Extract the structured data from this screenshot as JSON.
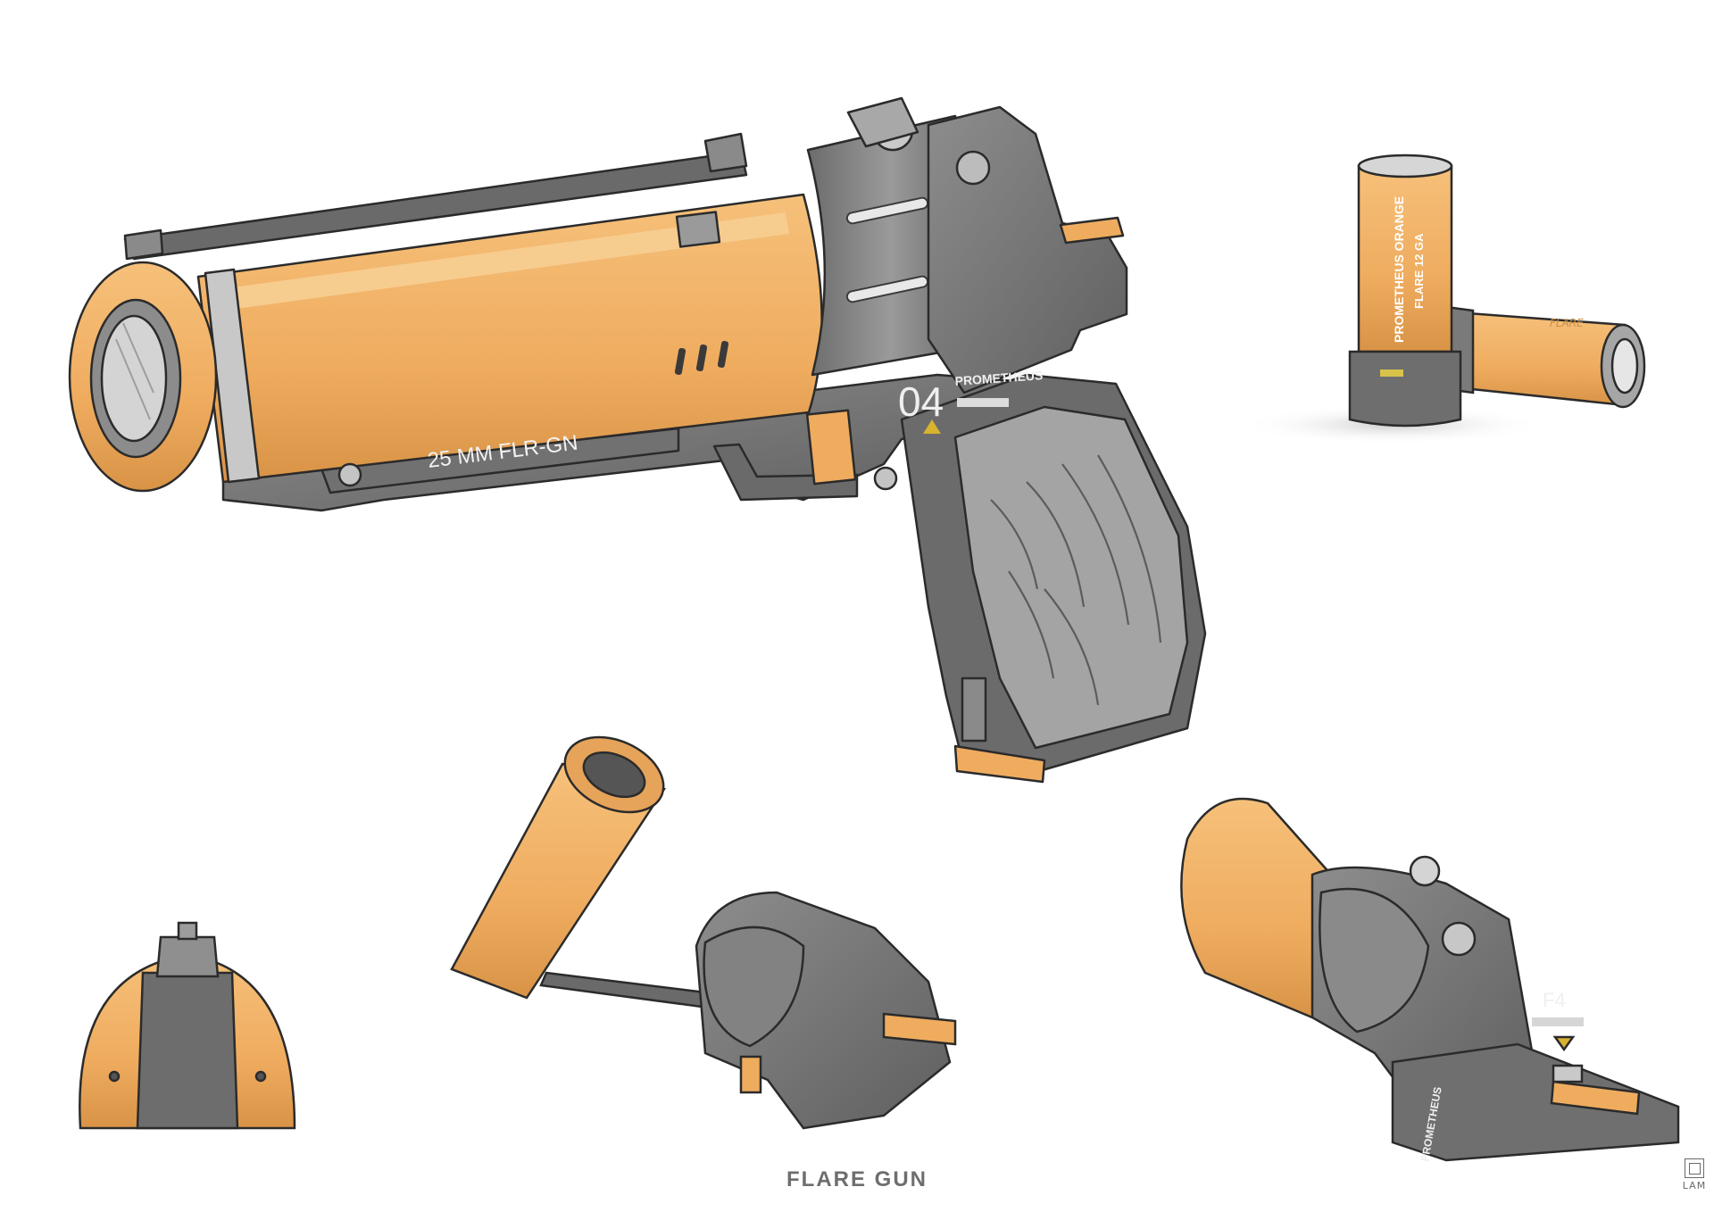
{
  "sheet": {
    "title": "FLARE GUN",
    "artist": "LAM"
  },
  "main_view": {
    "barrel_marking": "25 MM FLR-GN",
    "number_marking": "04",
    "brand": "PROMETHEUS"
  },
  "cartridge": {
    "line1": "PROMETHEUS ORANGE",
    "line2": "FLARE 12 GA",
    "side_scribble": "FLARE"
  },
  "rear_view": {
    "model": "F4",
    "brand": "PROMETHEUS"
  },
  "colors": {
    "orange": "#efac5f",
    "orange_dark": "#d18a3c",
    "gray": "#7d7d7d",
    "gray_dark": "#545454",
    "gray_light": "#b4b4b4",
    "grip": "#a4a4a4",
    "outline": "#2b2b2b"
  }
}
